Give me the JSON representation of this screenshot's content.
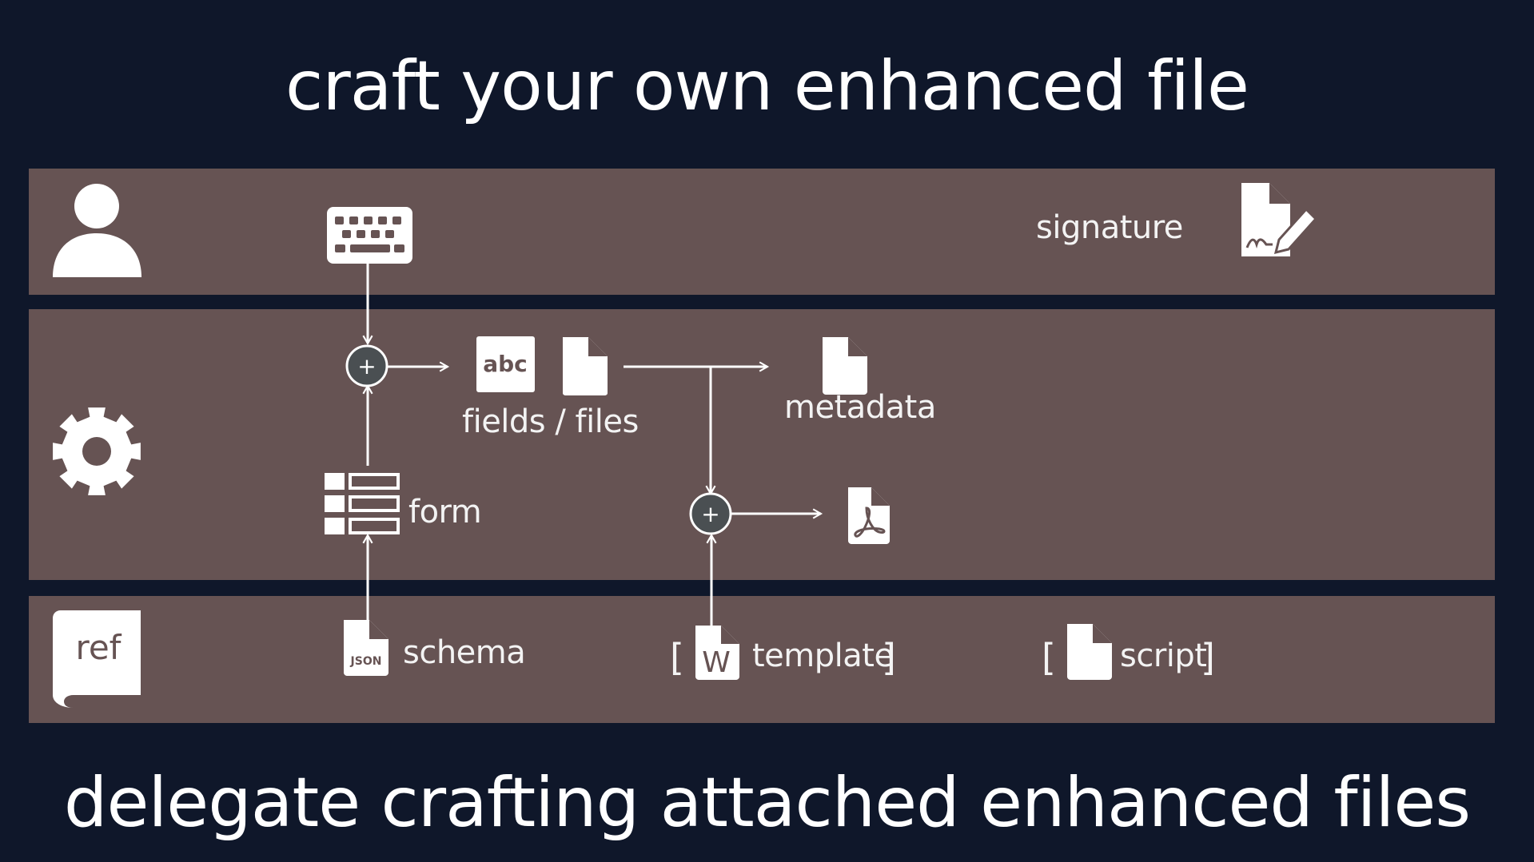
{
  "titles": {
    "top": "craft your own enhanced file",
    "bottom": "delegate crafting attached enhanced files"
  },
  "lanes": [
    {
      "name": "user",
      "icon": "user-icon"
    },
    {
      "name": "system",
      "icon": "gear-icon"
    },
    {
      "name": "reference",
      "icon": "ref-book-icon",
      "icon_text": "ref"
    }
  ],
  "nodes": {
    "keyboard": {
      "icon": "keyboard-icon"
    },
    "signature": {
      "label": "signature",
      "icon": "file-signature-icon"
    },
    "merge_1": {
      "icon": "plus-circle-icon",
      "symbol": "+"
    },
    "fields_files": {
      "label": "fields / files",
      "icons": [
        "abc-field-icon",
        "file-icon"
      ],
      "abc_text": "abc"
    },
    "metadata": {
      "label": "metadata",
      "icon": "file-icon"
    },
    "form": {
      "label": "form",
      "icon": "form-list-icon"
    },
    "merge_2": {
      "icon": "plus-circle-icon",
      "symbol": "+"
    },
    "pdf": {
      "icon": "pdf-file-icon"
    },
    "schema": {
      "label": "schema",
      "icon": "json-file-icon",
      "icon_text": "JSON"
    },
    "template": {
      "label": "template",
      "icon": "word-file-icon",
      "icon_text": "W",
      "optional": true,
      "open_bracket": "[",
      "close_bracket": "]"
    },
    "script": {
      "label": "script",
      "icon": "file-icon",
      "optional": true,
      "open_bracket": "[",
      "close_bracket": "]"
    }
  },
  "colors": {
    "background": "#0f172a",
    "lane": "#665353",
    "foreground": "#ffffff",
    "merge_fill": "#4a4f52"
  }
}
